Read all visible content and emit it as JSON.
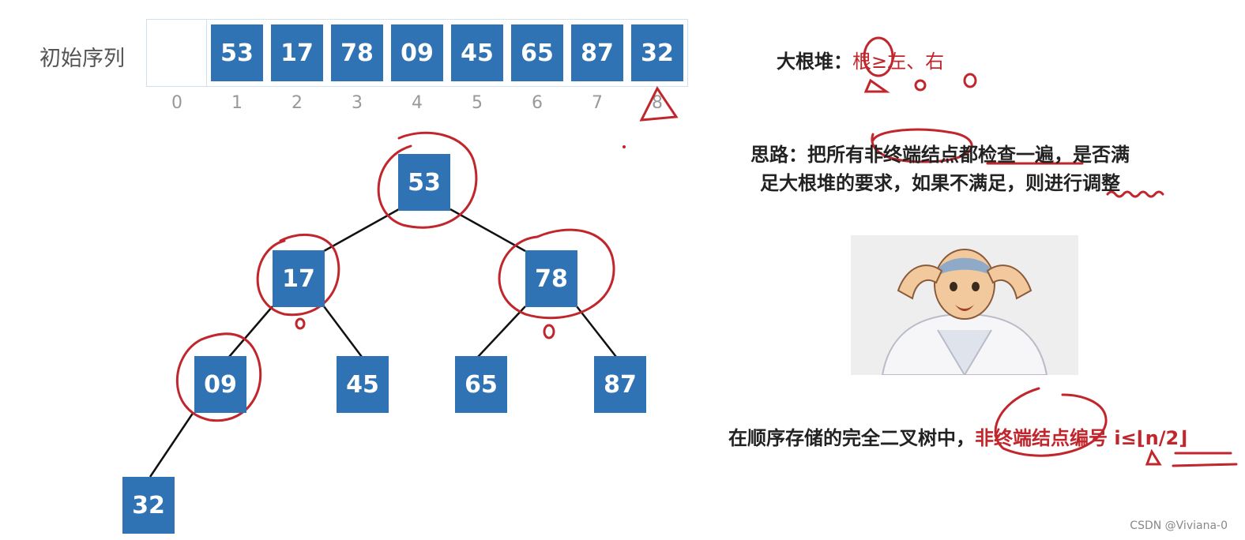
{
  "sequence": {
    "label": "初始序列",
    "values": [
      "53",
      "17",
      "78",
      "09",
      "45",
      "65",
      "87",
      "32"
    ],
    "indices": [
      "0",
      "1",
      "2",
      "3",
      "4",
      "5",
      "6",
      "7",
      "8"
    ]
  },
  "tree": {
    "nodes": [
      "53",
      "17",
      "78",
      "09",
      "45",
      "65",
      "87",
      "32"
    ]
  },
  "notes": {
    "heap_prefix": "大根堆：",
    "heap_rule": "根≥左、右",
    "idea_line1": "思路：把所有非终端结点都检查一遍，是否满",
    "idea_line2": "足大根堆的要求，如果不满足，则进行调整",
    "bottom_prefix": "在顺序存储的完全二叉树中，",
    "bottom_emph": "非终端结点编号 i≤⌊n/2⌋"
  },
  "watermark": "CSDN @Viviana-0",
  "colors": {
    "node": "#2f73b5",
    "annotation": "#c0262c"
  }
}
